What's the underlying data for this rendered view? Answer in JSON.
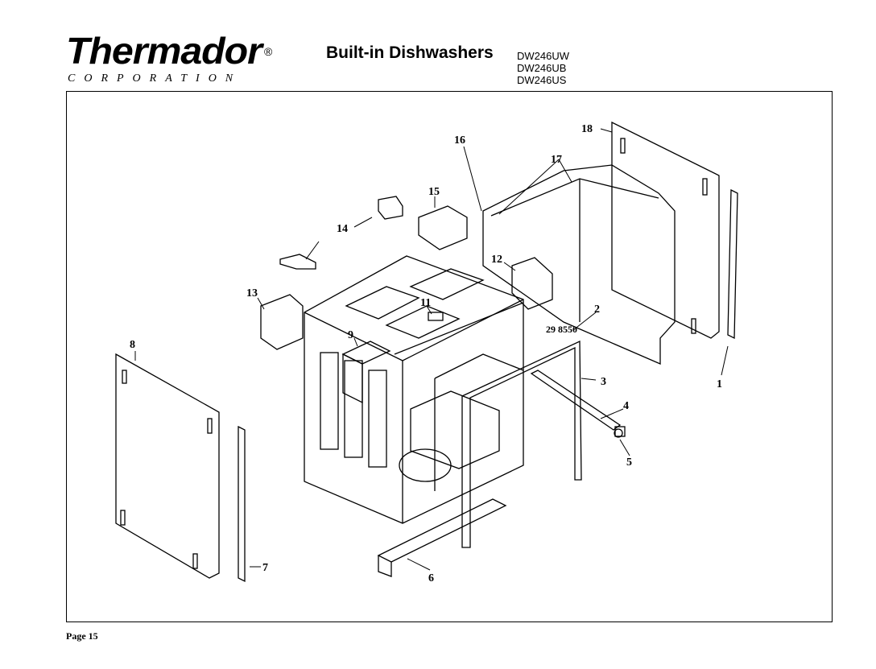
{
  "header": {
    "brand": "Thermador",
    "brand_mark": "®",
    "corporation": "CORPORATION",
    "title": "Built-in Dishwashers",
    "models": [
      "DW246UW",
      "DW246UB",
      "DW246US"
    ]
  },
  "diagram": {
    "callouts": [
      "1",
      "2",
      "3",
      "4",
      "5",
      "6",
      "7",
      "8",
      "9",
      "11",
      "12",
      "13",
      "14",
      "15",
      "16",
      "17",
      "18"
    ],
    "part_note": "29 8550"
  },
  "footer": {
    "page": "Page 15"
  }
}
